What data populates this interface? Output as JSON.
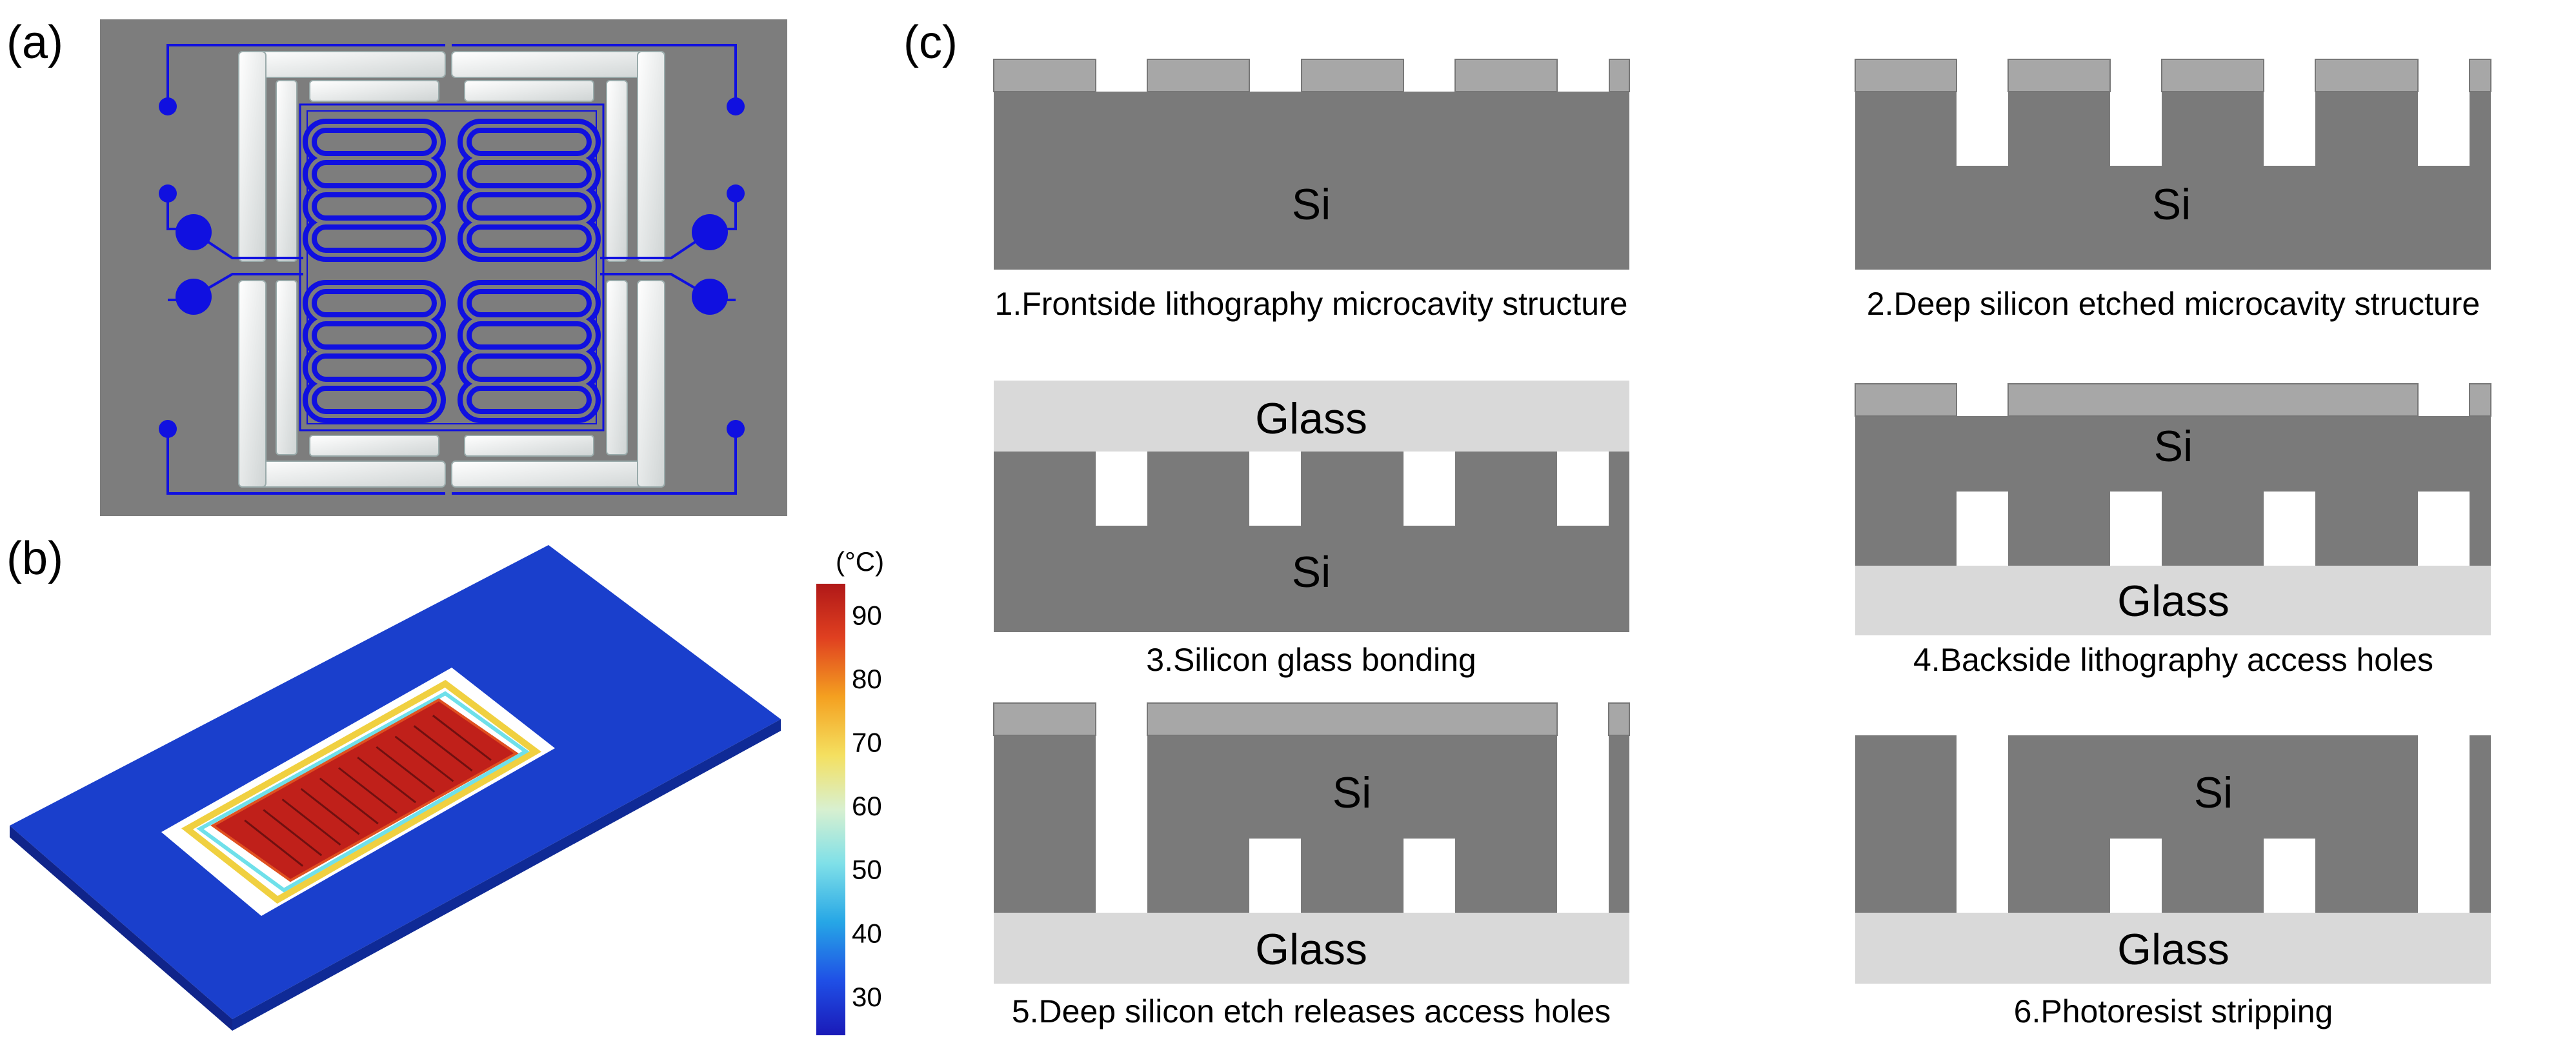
{
  "panel_labels": {
    "a": "(a)",
    "b": "(b)",
    "c": "(c)"
  },
  "colorbar": {
    "unit": "(°C)",
    "min": 24,
    "max": 95,
    "ticks": [
      "90",
      "80",
      "70",
      "60",
      "50",
      "40",
      "30"
    ],
    "tick_values": [
      90,
      80,
      70,
      60,
      50,
      40,
      30
    ]
  },
  "materials": {
    "si": "Si",
    "glass": "Glass"
  },
  "steps": [
    {
      "caption": "1.Frontside lithography microcavity structure"
    },
    {
      "caption": "2.Deep silicon etched microcavity structure"
    },
    {
      "caption": "3.Silicon glass bonding"
    },
    {
      "caption": "4.Backside lithography access holes"
    },
    {
      "caption": "5.Deep silicon etch releases access holes"
    },
    {
      "caption": "6.Photoresist stripping"
    }
  ],
  "colors": {
    "silicon": "#7a7a7a",
    "photoresist": "#a7a7a7",
    "glass": "#d9d9d9",
    "heater": "#1010e0",
    "hot": "#c0201a",
    "substrate": "#1a3fcc"
  }
}
